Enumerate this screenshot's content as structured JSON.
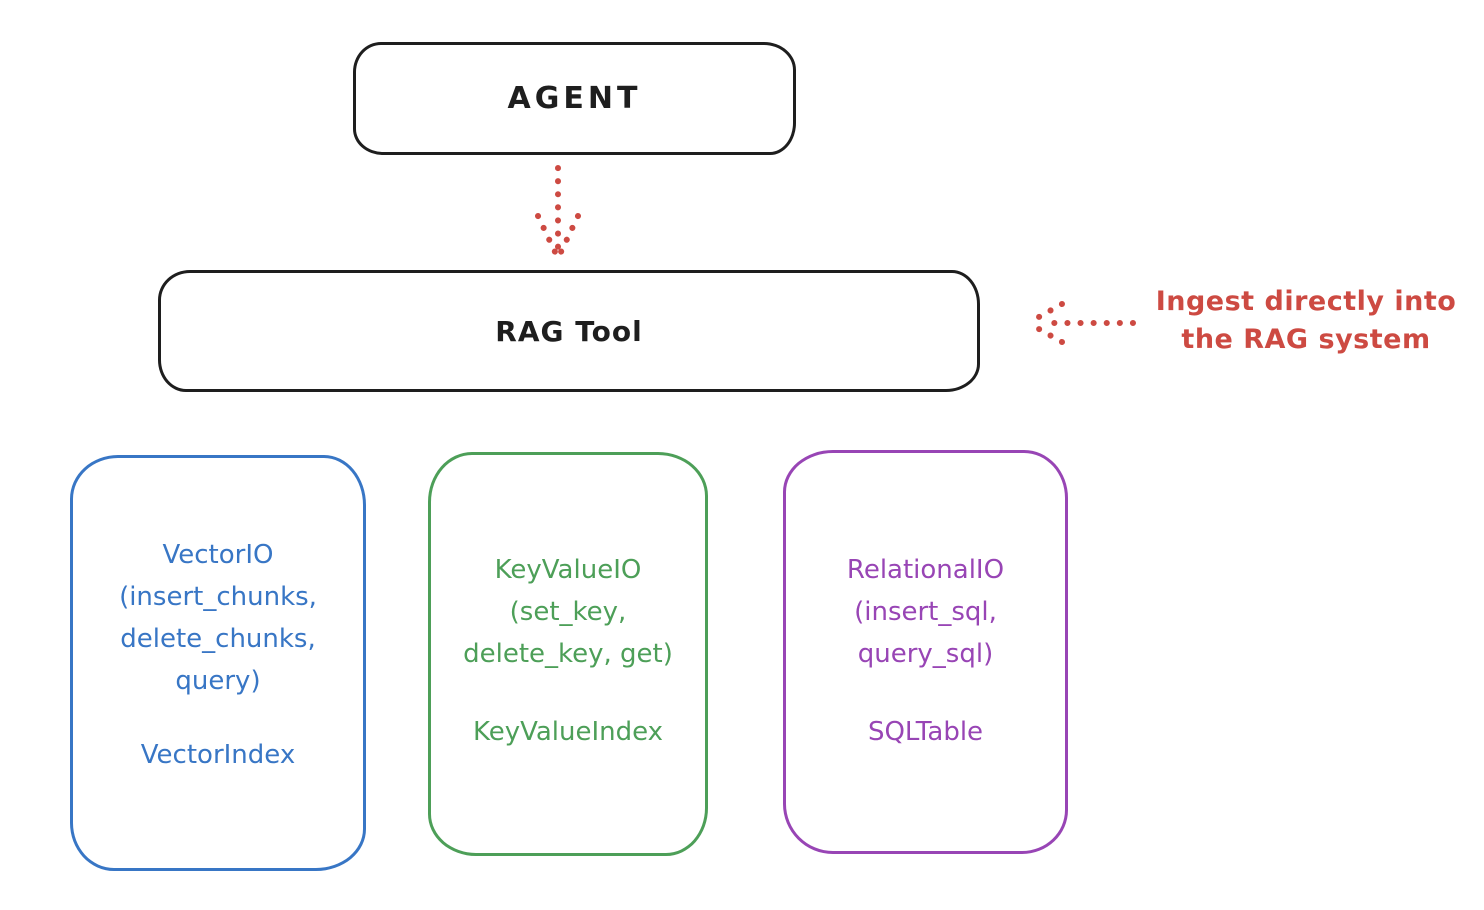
{
  "agent": {
    "label": "AGENT",
    "color": "#1e1e1e"
  },
  "rag_tool": {
    "label": "RAG Tool",
    "color": "#1e1e1e"
  },
  "ingest_note": {
    "line1": "Ingest directly into",
    "line2": "the RAG system",
    "color": "#cd4a42"
  },
  "arrows": {
    "agent_to_rag": {
      "style": "dotted",
      "direction": "down",
      "color": "#cd4a42"
    },
    "note_to_rag": {
      "style": "dotted",
      "direction": "left",
      "color": "#cd4a42"
    }
  },
  "io_boxes": [
    {
      "name": "vector-io",
      "color": "#3876c5",
      "lines": [
        "VectorIO",
        "(insert_chunks,",
        "delete_chunks,",
        "query)"
      ],
      "index_label": "VectorIndex"
    },
    {
      "name": "keyvalue-io",
      "color": "#4d9f58",
      "lines": [
        "KeyValueIO",
        "(set_key,",
        "delete_key, get)"
      ],
      "index_label": "KeyValueIndex"
    },
    {
      "name": "relational-io",
      "color": "#9845b5",
      "lines": [
        "RelationalIO",
        "(insert_sql,",
        "query_sql)"
      ],
      "index_label": "SQLTable"
    }
  ]
}
